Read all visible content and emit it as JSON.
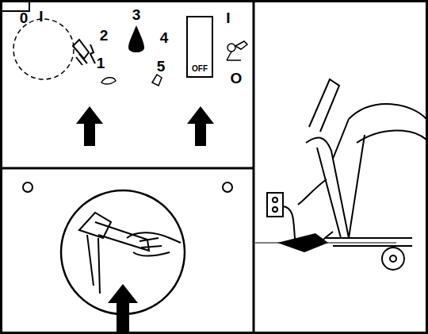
{
  "diagram": {
    "nodes": [
      {
        "text": [
          "OFF"
        ]
      }
    ],
    "labels": [
      "0",
      "I",
      "2",
      "3",
      "4",
      "1",
      "5",
      "I",
      "O"
    ]
  }
}
